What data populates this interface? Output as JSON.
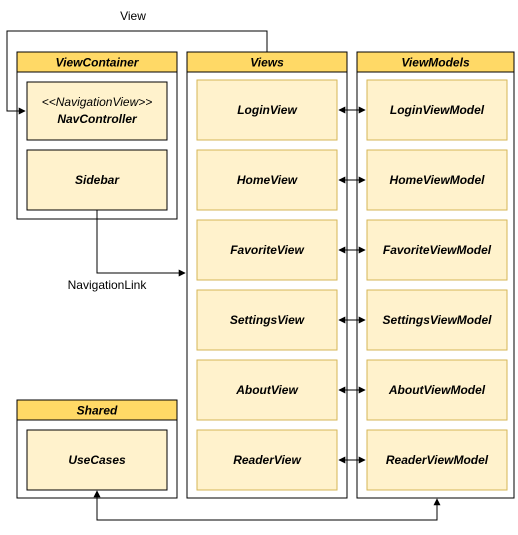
{
  "colors": {
    "header_fill": "#ffd966",
    "box_fill": "#fff2cc",
    "box_stroke": "#d6b656",
    "container_stroke": "#000000",
    "line": "#000000"
  },
  "view_container": {
    "title": "ViewContainer",
    "nav_stereotype": "<<NavigationView>>",
    "nav_controller": "NavController",
    "sidebar": "Sidebar"
  },
  "views": {
    "title": "Views",
    "items": [
      "LoginView",
      "HomeView",
      "FavoriteView",
      "SettingsView",
      "AboutView",
      "ReaderView"
    ]
  },
  "view_models": {
    "title": "ViewModels",
    "items": [
      "LoginViewModel",
      "HomeViewModel",
      "FavoriteViewModel",
      "SettingsViewModel",
      "AboutViewModel",
      "ReaderViewModel"
    ]
  },
  "shared": {
    "title": "Shared",
    "use_cases": "UseCases"
  },
  "edge_labels": {
    "view": "View",
    "navigation_link": "NavigationLink"
  }
}
